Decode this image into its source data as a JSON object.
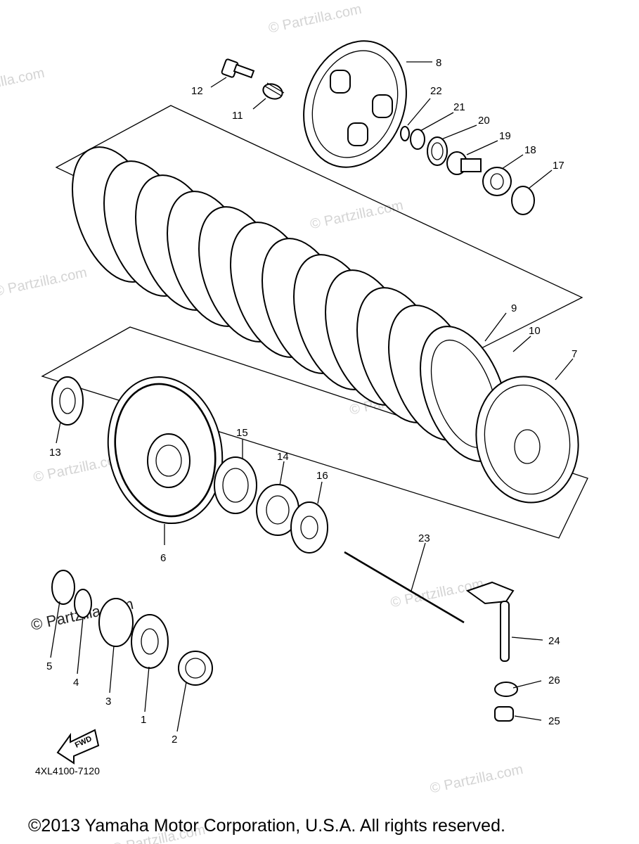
{
  "diagram": {
    "part_code": "4XL4100-7120",
    "fwd_label": "FWD",
    "labels": [
      "1",
      "2",
      "3",
      "4",
      "5",
      "6",
      "7",
      "8",
      "9",
      "10",
      "11",
      "12",
      "13",
      "14",
      "15",
      "16",
      "17",
      "18",
      "19",
      "20",
      "21",
      "22",
      "23",
      "24",
      "25",
      "26"
    ],
    "watermark": "© Partzilla.com",
    "watermark_strong": "© Partzilla.com"
  },
  "footer": {
    "copyright": "©2013  Yamaha Motor Corporation, U.S.A. All rights reserved."
  }
}
